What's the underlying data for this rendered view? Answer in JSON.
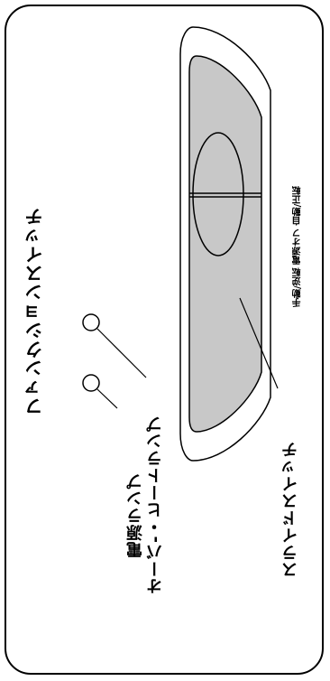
{
  "labels": {
    "function_switch": "ファンクションスイッチ",
    "power_lamp": "電源ランプ",
    "overheat_lamp": "オーバ-・ヒートランプ",
    "slide_switch": "スライドスイッチ",
    "slide_positions": "手動/逆転 電源オフ 自動/正転"
  },
  "colors": {
    "outline": "#000000",
    "slide_fill": "#c8c8c8",
    "background": "#ffffff"
  }
}
